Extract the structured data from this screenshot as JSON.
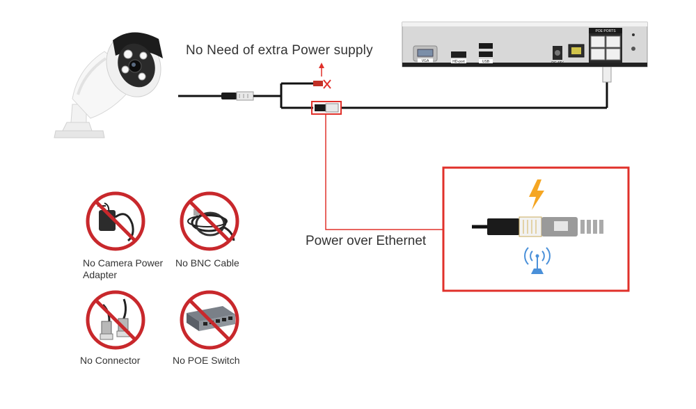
{
  "labels": {
    "no_extra_power": "No Need of extra Power supply",
    "power_over_ethernet": "Power over Ethernet",
    "no_adapter": "No Camera Power Adapter",
    "no_bnc": "No BNC Cable",
    "no_connector": "No Connector",
    "no_switch": "No POE Switch"
  },
  "nvr_ports": {
    "vga": "VGA",
    "hdmi": "HD-port",
    "usb": "USB",
    "dc": "DC 48V",
    "poe": "POE PORTS"
  },
  "colors": {
    "highlight_red": "#e0302a",
    "prohibit_red": "#c8282c",
    "cable": "#111111",
    "lightning": "#f5a623",
    "signal": "#4a90d9"
  },
  "icons": [
    "camera-icon",
    "nvr-icon",
    "lightning-icon",
    "wifi-signal-icon",
    "prohibited-icon",
    "power-adapter-icon",
    "bnc-cable-icon",
    "bnc-connector-icon",
    "poe-switch-icon"
  ]
}
